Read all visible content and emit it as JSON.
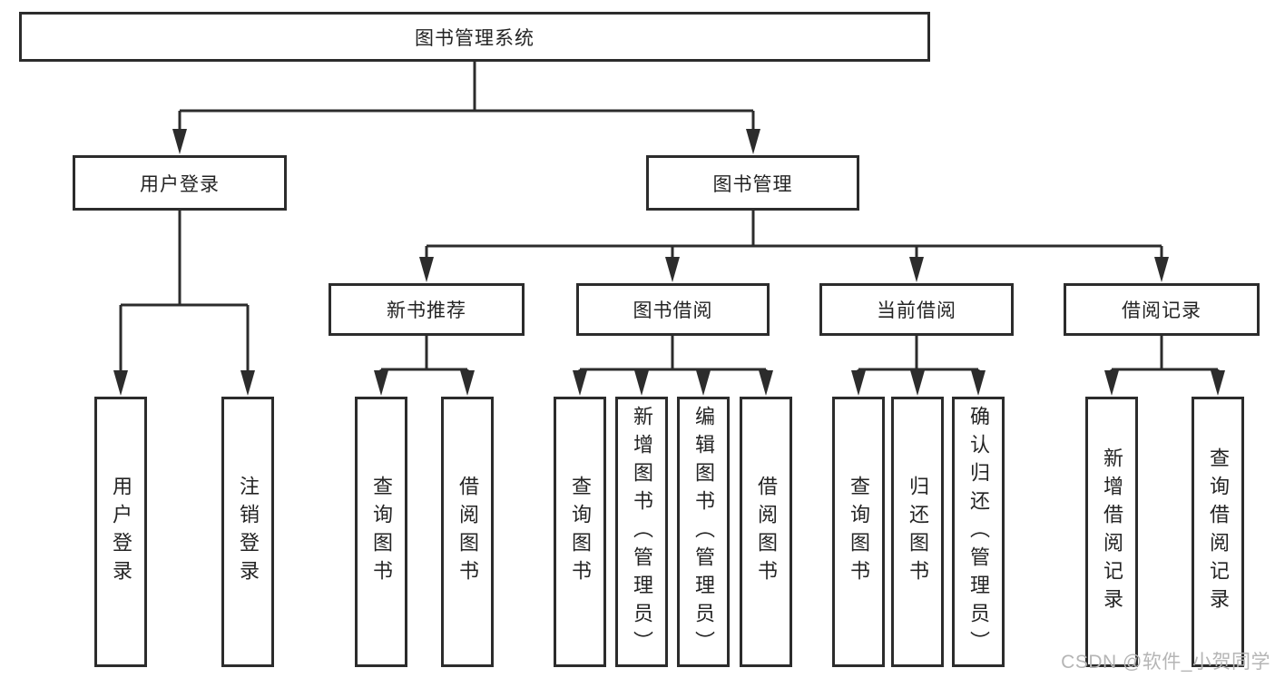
{
  "root": {
    "label": "图书管理系统"
  },
  "branches": {
    "user_login": {
      "label": "用户登录",
      "children": [
        "用户登录",
        "注销登录"
      ]
    },
    "book_mgmt": {
      "label": "图书管理",
      "sections": [
        {
          "label": "新书推荐",
          "children": [
            "查询图书",
            "借阅图书"
          ]
        },
        {
          "label": "图书借阅",
          "children": [
            "查询图书",
            "新增图书（管理员）",
            "编辑图书（管理员）",
            "借阅图书"
          ]
        },
        {
          "label": "当前借阅",
          "children": [
            "查询图书",
            "归还图书",
            "确认归还（管理员）"
          ]
        },
        {
          "label": "借阅记录",
          "children": [
            "新增借阅记录",
            "查询借阅记录"
          ]
        }
      ]
    }
  },
  "watermark": {
    "text": "CSDN @软件_小贺同学"
  },
  "colors": {
    "line": "#2c2c2c",
    "border": "#2c2c2c",
    "text": "#242424",
    "watermark": "#b5b5b5",
    "background": "#ffffff"
  }
}
